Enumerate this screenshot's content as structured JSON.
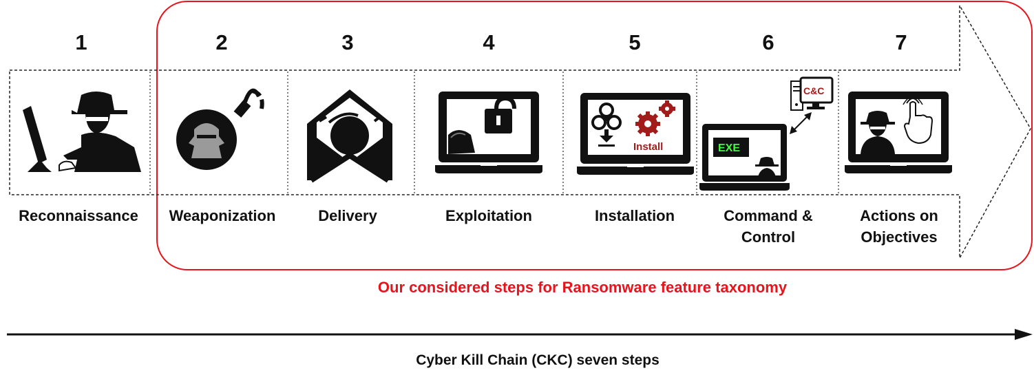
{
  "steps": [
    {
      "number": "1",
      "label": "Reconnaissance",
      "icon": "hacker-at-computer-icon"
    },
    {
      "number": "2",
      "label": "Weaponization",
      "icon": "bomb-hacker-icon"
    },
    {
      "number": "3",
      "label": "Delivery",
      "icon": "malicious-email-icon"
    },
    {
      "number": "4",
      "label": "Exploitation",
      "icon": "unlocked-laptop-icon"
    },
    {
      "number": "5",
      "label": "Installation",
      "icon": "biohazard-install-laptop-icon"
    },
    {
      "number": "6",
      "label": "Command &\nControl",
      "icon": "command-control-icon"
    },
    {
      "number": "7",
      "label": "Actions on\nObjectives",
      "icon": "hacker-click-laptop-icon"
    }
  ],
  "icon_text": {
    "install": "Install",
    "exe": "EXE",
    "cc": "C&C"
  },
  "highlight_caption": "Our considered steps for Ransomware feature taxonomy",
  "timeline_caption": "Cyber Kill Chain (CKC) seven steps",
  "colors": {
    "highlight": "#e8141b",
    "dark_red": "#a11b1b",
    "exe_green": "#3dff3d",
    "ink": "#111111"
  }
}
